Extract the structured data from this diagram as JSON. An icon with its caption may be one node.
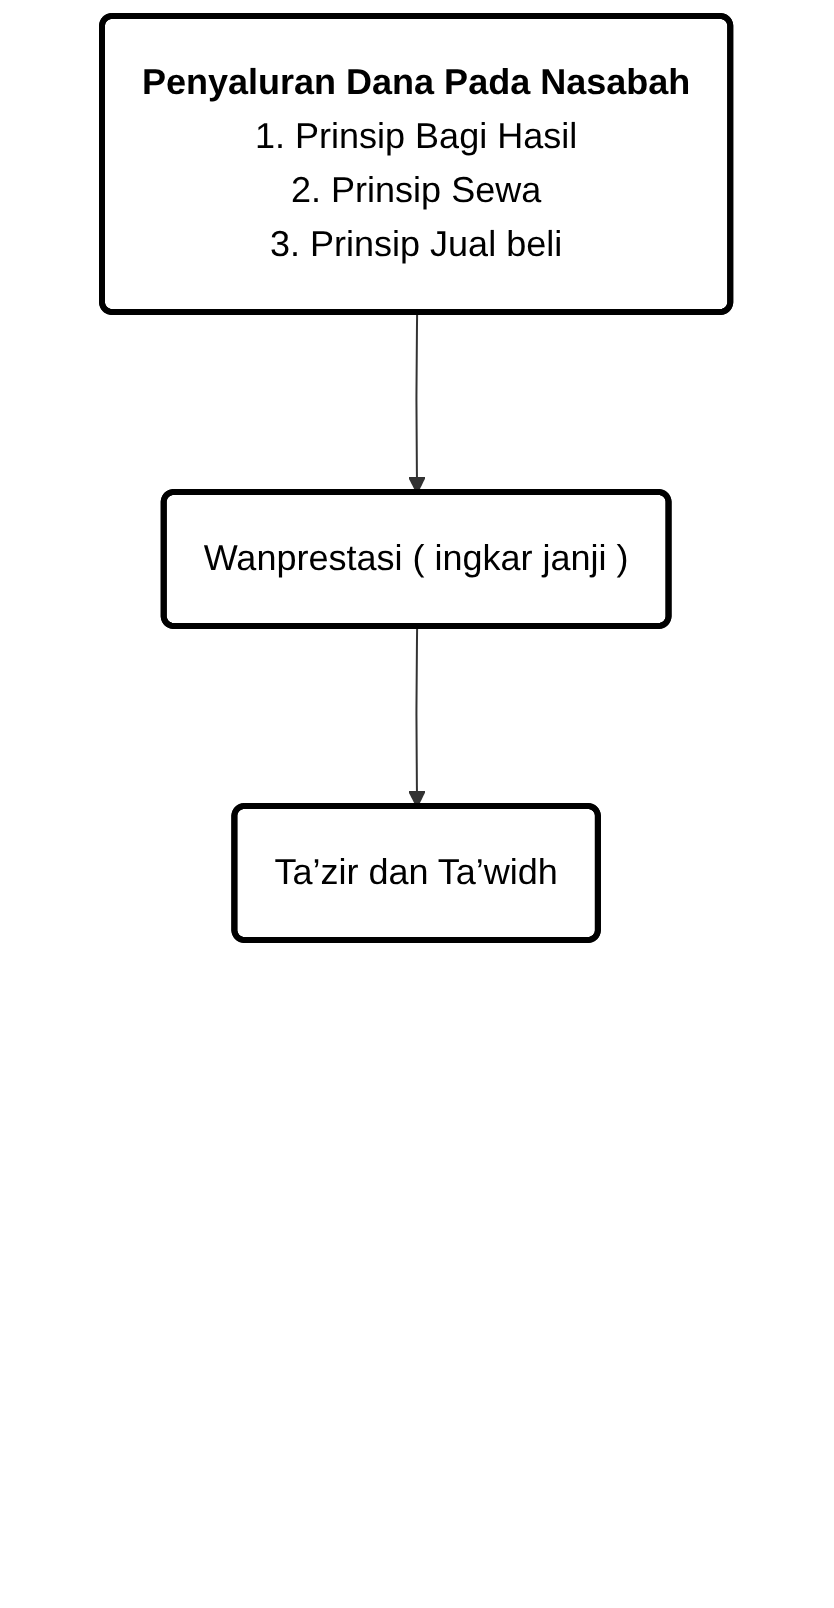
{
  "diagram": {
    "nodes": [
      {
        "text": [
          "Penyaluran Dana Pada Nasabah",
          "1. Prinsip Bagi Hasil",
          "2. Prinsip Sewa",
          "3. Prinsip Jual beli"
        ]
      },
      {
        "text": [
          "Wanprestasi ( ingkar janji )"
        ]
      },
      {
        "text": [
          "Ta’zir dan Ta’widh"
        ]
      }
    ],
    "edges": [
      {
        "from": 0,
        "to": 1,
        "arrow": "to"
      },
      {
        "from": 1,
        "to": 2,
        "arrow": "to"
      }
    ]
  }
}
